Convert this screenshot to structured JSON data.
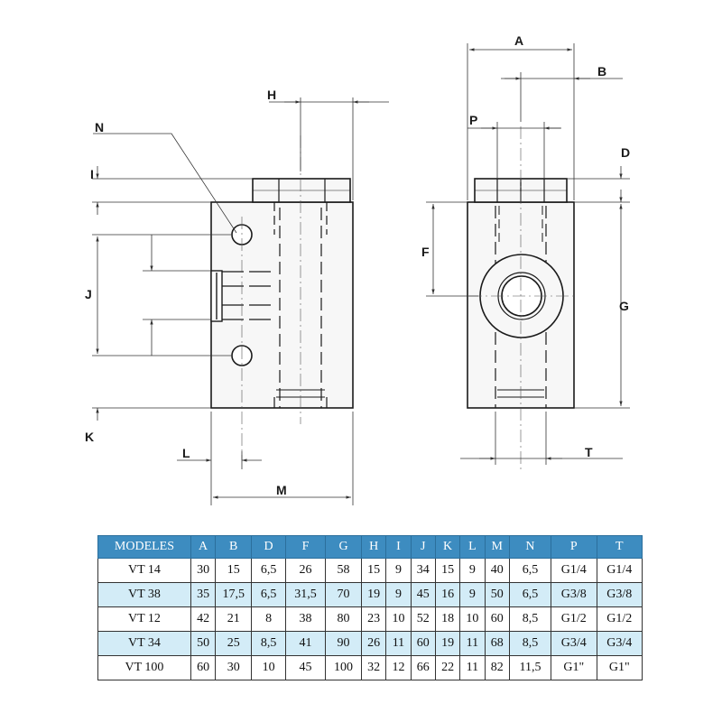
{
  "drawing": {
    "left_view_labels": {
      "H": "H",
      "N": "N",
      "I": "I",
      "J": "J",
      "K": "K",
      "L": "L",
      "M": "M"
    },
    "right_view_labels": {
      "A": "A",
      "B": "B",
      "P": "P",
      "D": "D",
      "F": "F",
      "G": "G",
      "T": "T"
    }
  },
  "table": {
    "headers": [
      "MODELES",
      "A",
      "B",
      "D",
      "F",
      "G",
      "H",
      "I",
      "J",
      "K",
      "L",
      "M",
      "N",
      "P",
      "T"
    ],
    "rows": [
      [
        "VT 14",
        "30",
        "15",
        "6,5",
        "26",
        "58",
        "15",
        "9",
        "34",
        "15",
        "9",
        "40",
        "6,5",
        "G1/4",
        "G1/4"
      ],
      [
        "VT 38",
        "35",
        "17,5",
        "6,5",
        "31,5",
        "70",
        "19",
        "9",
        "45",
        "16",
        "9",
        "50",
        "6,5",
        "G3/8",
        "G3/8"
      ],
      [
        "VT 12",
        "42",
        "21",
        "8",
        "38",
        "80",
        "23",
        "10",
        "52",
        "18",
        "10",
        "60",
        "8,5",
        "G1/2",
        "G1/2"
      ],
      [
        "VT 34",
        "50",
        "25",
        "8,5",
        "41",
        "90",
        "26",
        "11",
        "60",
        "19",
        "11",
        "68",
        "8,5",
        "G3/4",
        "G3/4"
      ],
      [
        "VT 100",
        "60",
        "30",
        "10",
        "45",
        "100",
        "32",
        "12",
        "66",
        "22",
        "11",
        "82",
        "11,5",
        "G1\"",
        "G1\""
      ]
    ]
  }
}
